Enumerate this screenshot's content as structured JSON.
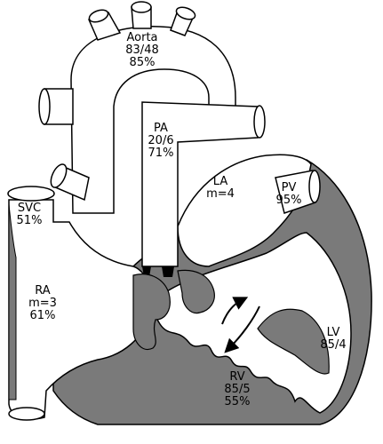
{
  "colors": {
    "outline": "#000000",
    "wall": "#7a7a7a",
    "fill": "#ffffff"
  },
  "labels": {
    "aorta": {
      "name": "Aorta",
      "pressure": "83/48",
      "saturation": "85%"
    },
    "pa": {
      "name": "PA",
      "pressure": "20/6",
      "saturation": "71%"
    },
    "la": {
      "name": "LA",
      "pressure": "m=4"
    },
    "pv": {
      "name": "PV",
      "saturation": "95%"
    },
    "svc": {
      "name": "SVC",
      "saturation": "51%"
    },
    "ra": {
      "name": "RA",
      "pressure": "m=3",
      "saturation": "61%"
    },
    "lv": {
      "name": "LV",
      "pressure": "85/4"
    },
    "rv": {
      "name": "RV",
      "pressure": "85/5",
      "saturation": "55%"
    }
  },
  "icons": {
    "flow_up": "curved-arrow-up-icon",
    "flow_down": "curved-arrow-down-icon"
  }
}
